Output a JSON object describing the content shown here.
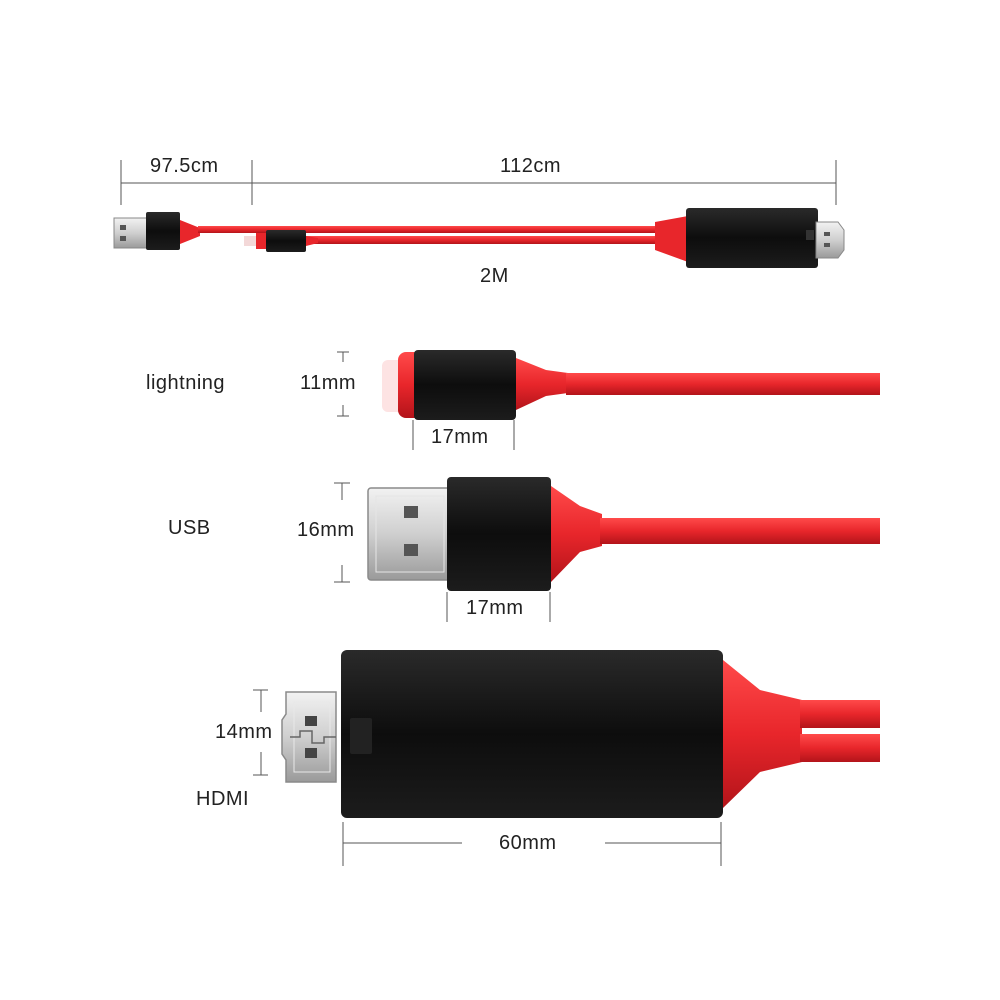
{
  "overview": {
    "usb_segment_label": "97.5cm",
    "main_segment_label": "112cm",
    "total_length_label": "2M"
  },
  "lightning": {
    "name": "lightning",
    "height_label": "11mm",
    "width_label": "17mm"
  },
  "usb": {
    "name": "USB",
    "height_label": "16mm",
    "width_label": "17mm"
  },
  "hdmi": {
    "name": "HDMI",
    "height_label": "14mm",
    "width_label": "60mm"
  },
  "colors": {
    "cable_red": "#e8262b",
    "housing_black": "#111111",
    "metal_silver": "#cfcfcf",
    "dimension_line": "#555555"
  }
}
